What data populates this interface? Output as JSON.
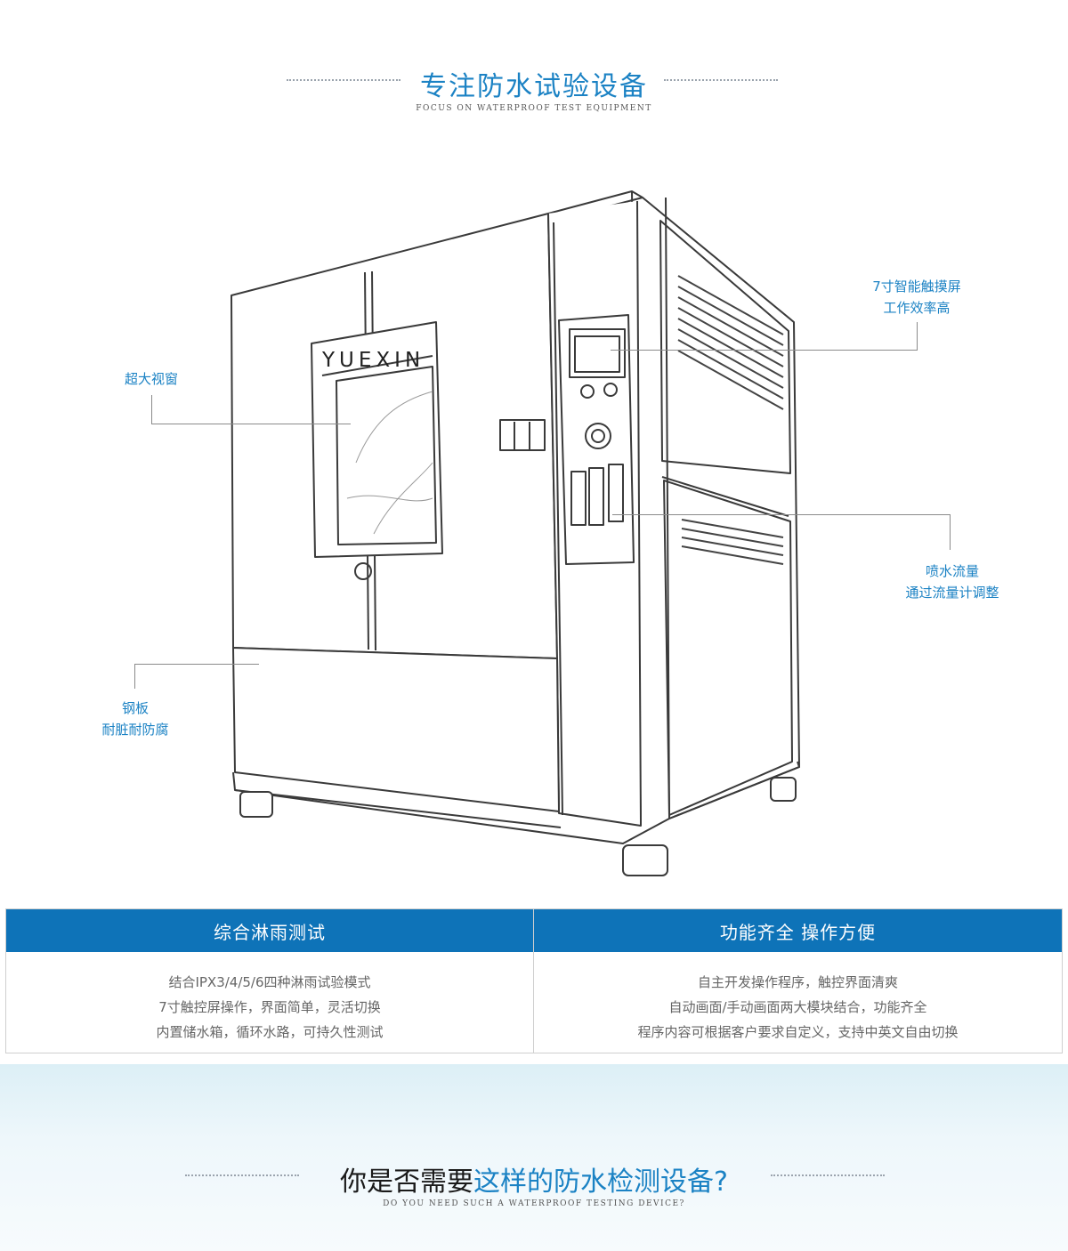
{
  "header": {
    "title": "专注防水试验设备",
    "subtitle": "FOCUS ON WATERPROOF TEST EQUIPMENT"
  },
  "machine": {
    "brand": "YUEXIN"
  },
  "callouts": {
    "window": "超大视窗",
    "screen_line1": "7寸智能触摸屏",
    "screen_line2": "工作效率高",
    "flow_line1": "喷水流量",
    "flow_line2": "通过流量计调整",
    "steel_line1": "钢板",
    "steel_line2": "耐脏耐防腐"
  },
  "features": [
    {
      "title": "综合淋雨测试",
      "lines": [
        "结合IPX3/4/5/6四种淋雨试验模式",
        "7寸触控屏操作，界面简单，灵活切换",
        "内置储水箱，循环水路，可持久性测试"
      ]
    },
    {
      "title": "功能齐全 操作方便",
      "lines": [
        "自主开发操作程序，触控界面清爽",
        "自动画面/手动画面两大模块结合，功能齐全",
        "程序内容可根据客户要求自定义，支持中英文自由切换"
      ]
    }
  ],
  "question": {
    "part1": "你是否需要",
    "part2": "这样的防水检测设备?",
    "subtitle": "DO YOU NEED SUCH A WATERPROOF TESTING DEVICE?"
  },
  "colors": {
    "accent": "#1b82c4",
    "header_bar": "#0e73b8"
  }
}
